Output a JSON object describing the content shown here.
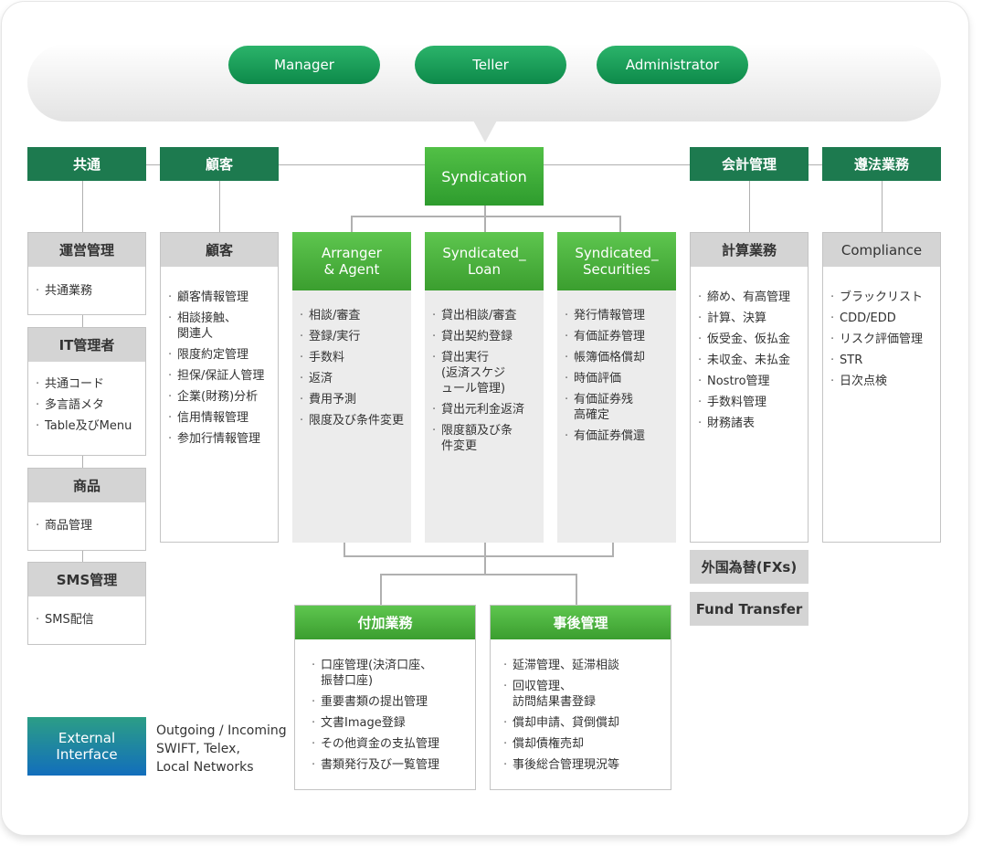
{
  "roles": [
    "Manager",
    "Teller",
    "Administrator"
  ],
  "headers": {
    "common": "共通",
    "customer": "顧客",
    "syndication": "Syndication",
    "accounting": "会計管理",
    "compliance": "遵法業務"
  },
  "common_boxes": [
    {
      "title": "運営管理",
      "items": [
        "共通業務"
      ]
    },
    {
      "title": "IT管理者",
      "items": [
        "共通コード",
        "多言語メタ",
        "Table及びMenu"
      ]
    },
    {
      "title": "商品",
      "items": [
        "商品管理"
      ]
    },
    {
      "title": "SMS管理",
      "items": [
        "SMS配信"
      ]
    }
  ],
  "customer_box": {
    "title": "顧客",
    "items": [
      "顧客情報管理",
      "相談接触、\n関連人",
      "限度約定管理",
      "担保/保証人管理",
      "企業(財務)分析",
      "信用情報管理",
      "参加行情報管理"
    ]
  },
  "synd_boxes": [
    {
      "title": "Arranger\n& Agent",
      "items": [
        "相談/審査",
        "登録/実行",
        "手数料",
        "返済",
        "費用予測",
        "限度及び条件変更"
      ]
    },
    {
      "title": "Syndicated_\nLoan",
      "items": [
        "貸出相談/審査",
        "貸出契約登録",
        "貸出実行\n(返済スケジ\nュール管理)",
        "貸出元利金返済",
        "限度額及び条\n件変更"
      ]
    },
    {
      "title": "Syndicated_\nSecurities",
      "items": [
        "発行情報管理",
        "有価証券管理",
        "帳簿価格償却",
        "時価評価",
        "有価証券残\n高確定",
        "有価証券償還"
      ]
    }
  ],
  "bottom_boxes": [
    {
      "title": "付加業務",
      "items": [
        "口座管理(決済口座、\n振替口座)",
        "重要書類の提出管理",
        "文書Image登録",
        "その他資金の支払管理",
        "書類発行及び一覧管理"
      ]
    },
    {
      "title": "事後管理",
      "items": [
        "延滞管理、延滞相談",
        "回収管理、\n訪問結果書登録",
        "償却申請、貸倒償却",
        "償却債権売却",
        "事後総合管理現況等"
      ]
    }
  ],
  "accounting_box": {
    "title": "計算業務",
    "items": [
      "締め、有高管理",
      "計算、決算",
      "仮受金、仮払金",
      "未収金、未払金",
      "Nostro管理",
      "手数料管理",
      "財務諸表"
    ]
  },
  "accounting_extra": [
    "外国為替(FXs)",
    "Fund Transfer"
  ],
  "compliance_box": {
    "title": "Compliance",
    "items": [
      "ブラックリスト",
      "CDD/EDD",
      "リスク評価管理",
      "STR",
      "日次点検"
    ]
  },
  "external": {
    "label": "External\nInterface",
    "desc": "Outgoing / Incoming\nSWIFT, Telex,\nLocal Networks"
  }
}
